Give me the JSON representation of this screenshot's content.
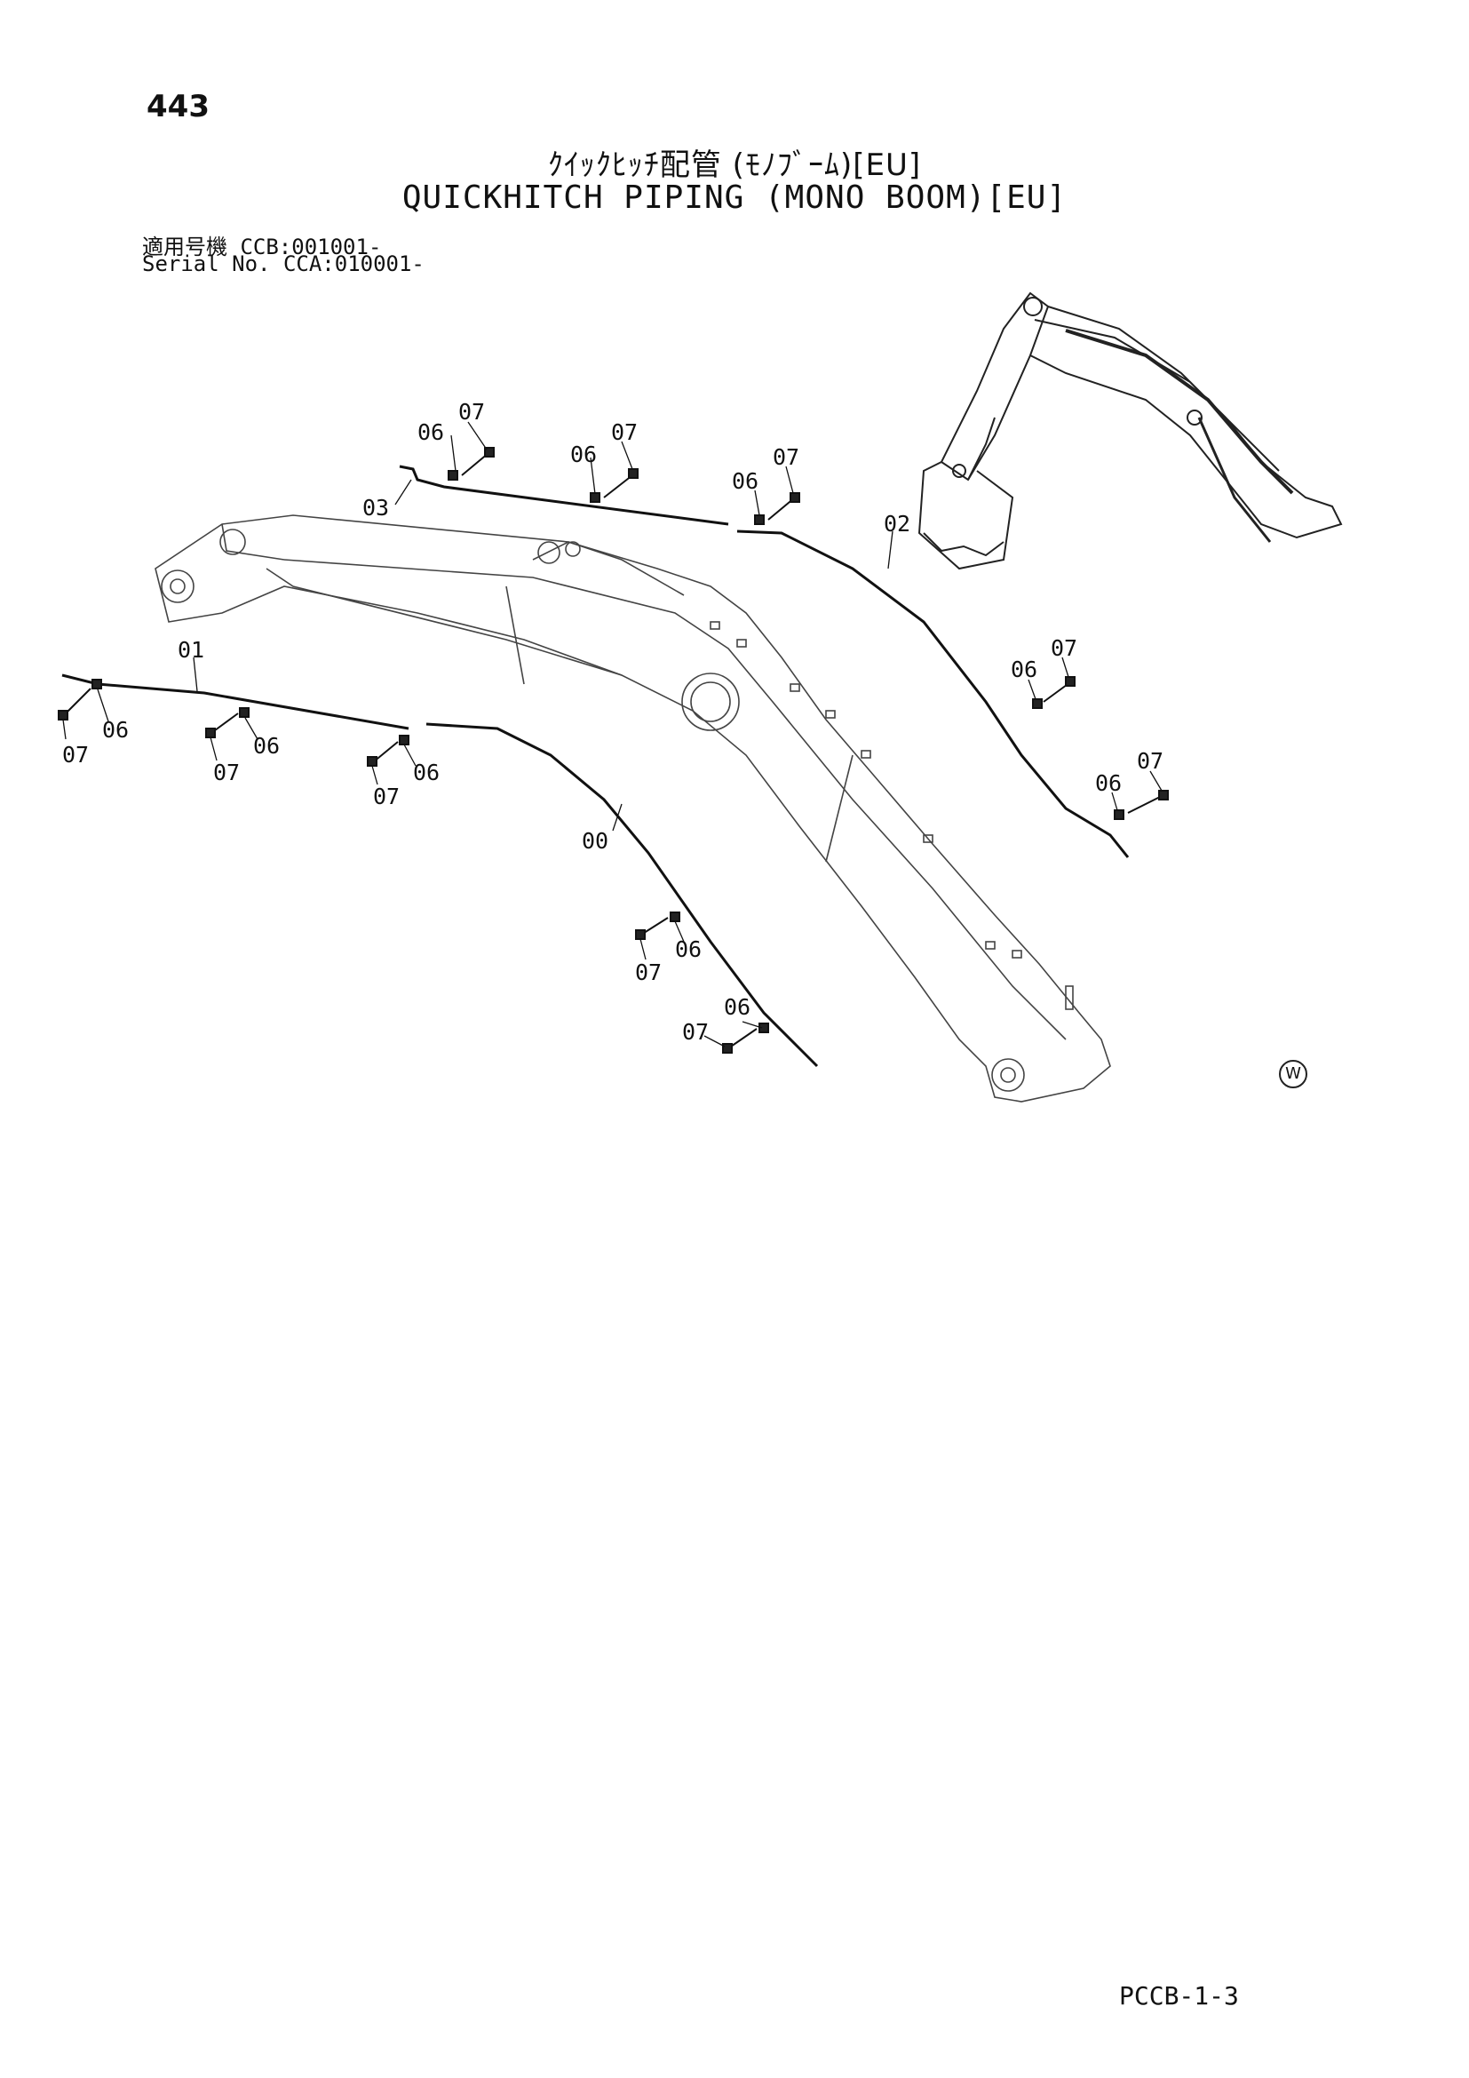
{
  "header": {
    "page_number": "443",
    "title_jp": "ｸｲｯｸﾋｯﾁ配管 (ﾓﾉﾌﾞｰﾑ)[EU]",
    "title_en": "QUICKHITCH PIPING (MONO BOOM)[EU]",
    "serial_line_1": "適用号機  CCB:001001-",
    "serial_line_2": "Serial No. CCA:010001-"
  },
  "diagram": {
    "labels": {
      "l00": "00",
      "l01": "01",
      "l02": "02",
      "l03": "03",
      "a06": "06",
      "a07": "07",
      "b06": "06",
      "b07": "07",
      "c06": "06",
      "c07": "07",
      "d06": "06",
      "d07": "07",
      "e06": "06",
      "e07": "07",
      "f06": "06",
      "f07": "07",
      "g06": "06",
      "g07": "07",
      "h06": "06",
      "h07": "07",
      "i06": "06",
      "i07": "07",
      "j06": "06",
      "j07": "07"
    },
    "watermark": "W"
  },
  "footer": {
    "page_code": "PCCB-1-3"
  }
}
